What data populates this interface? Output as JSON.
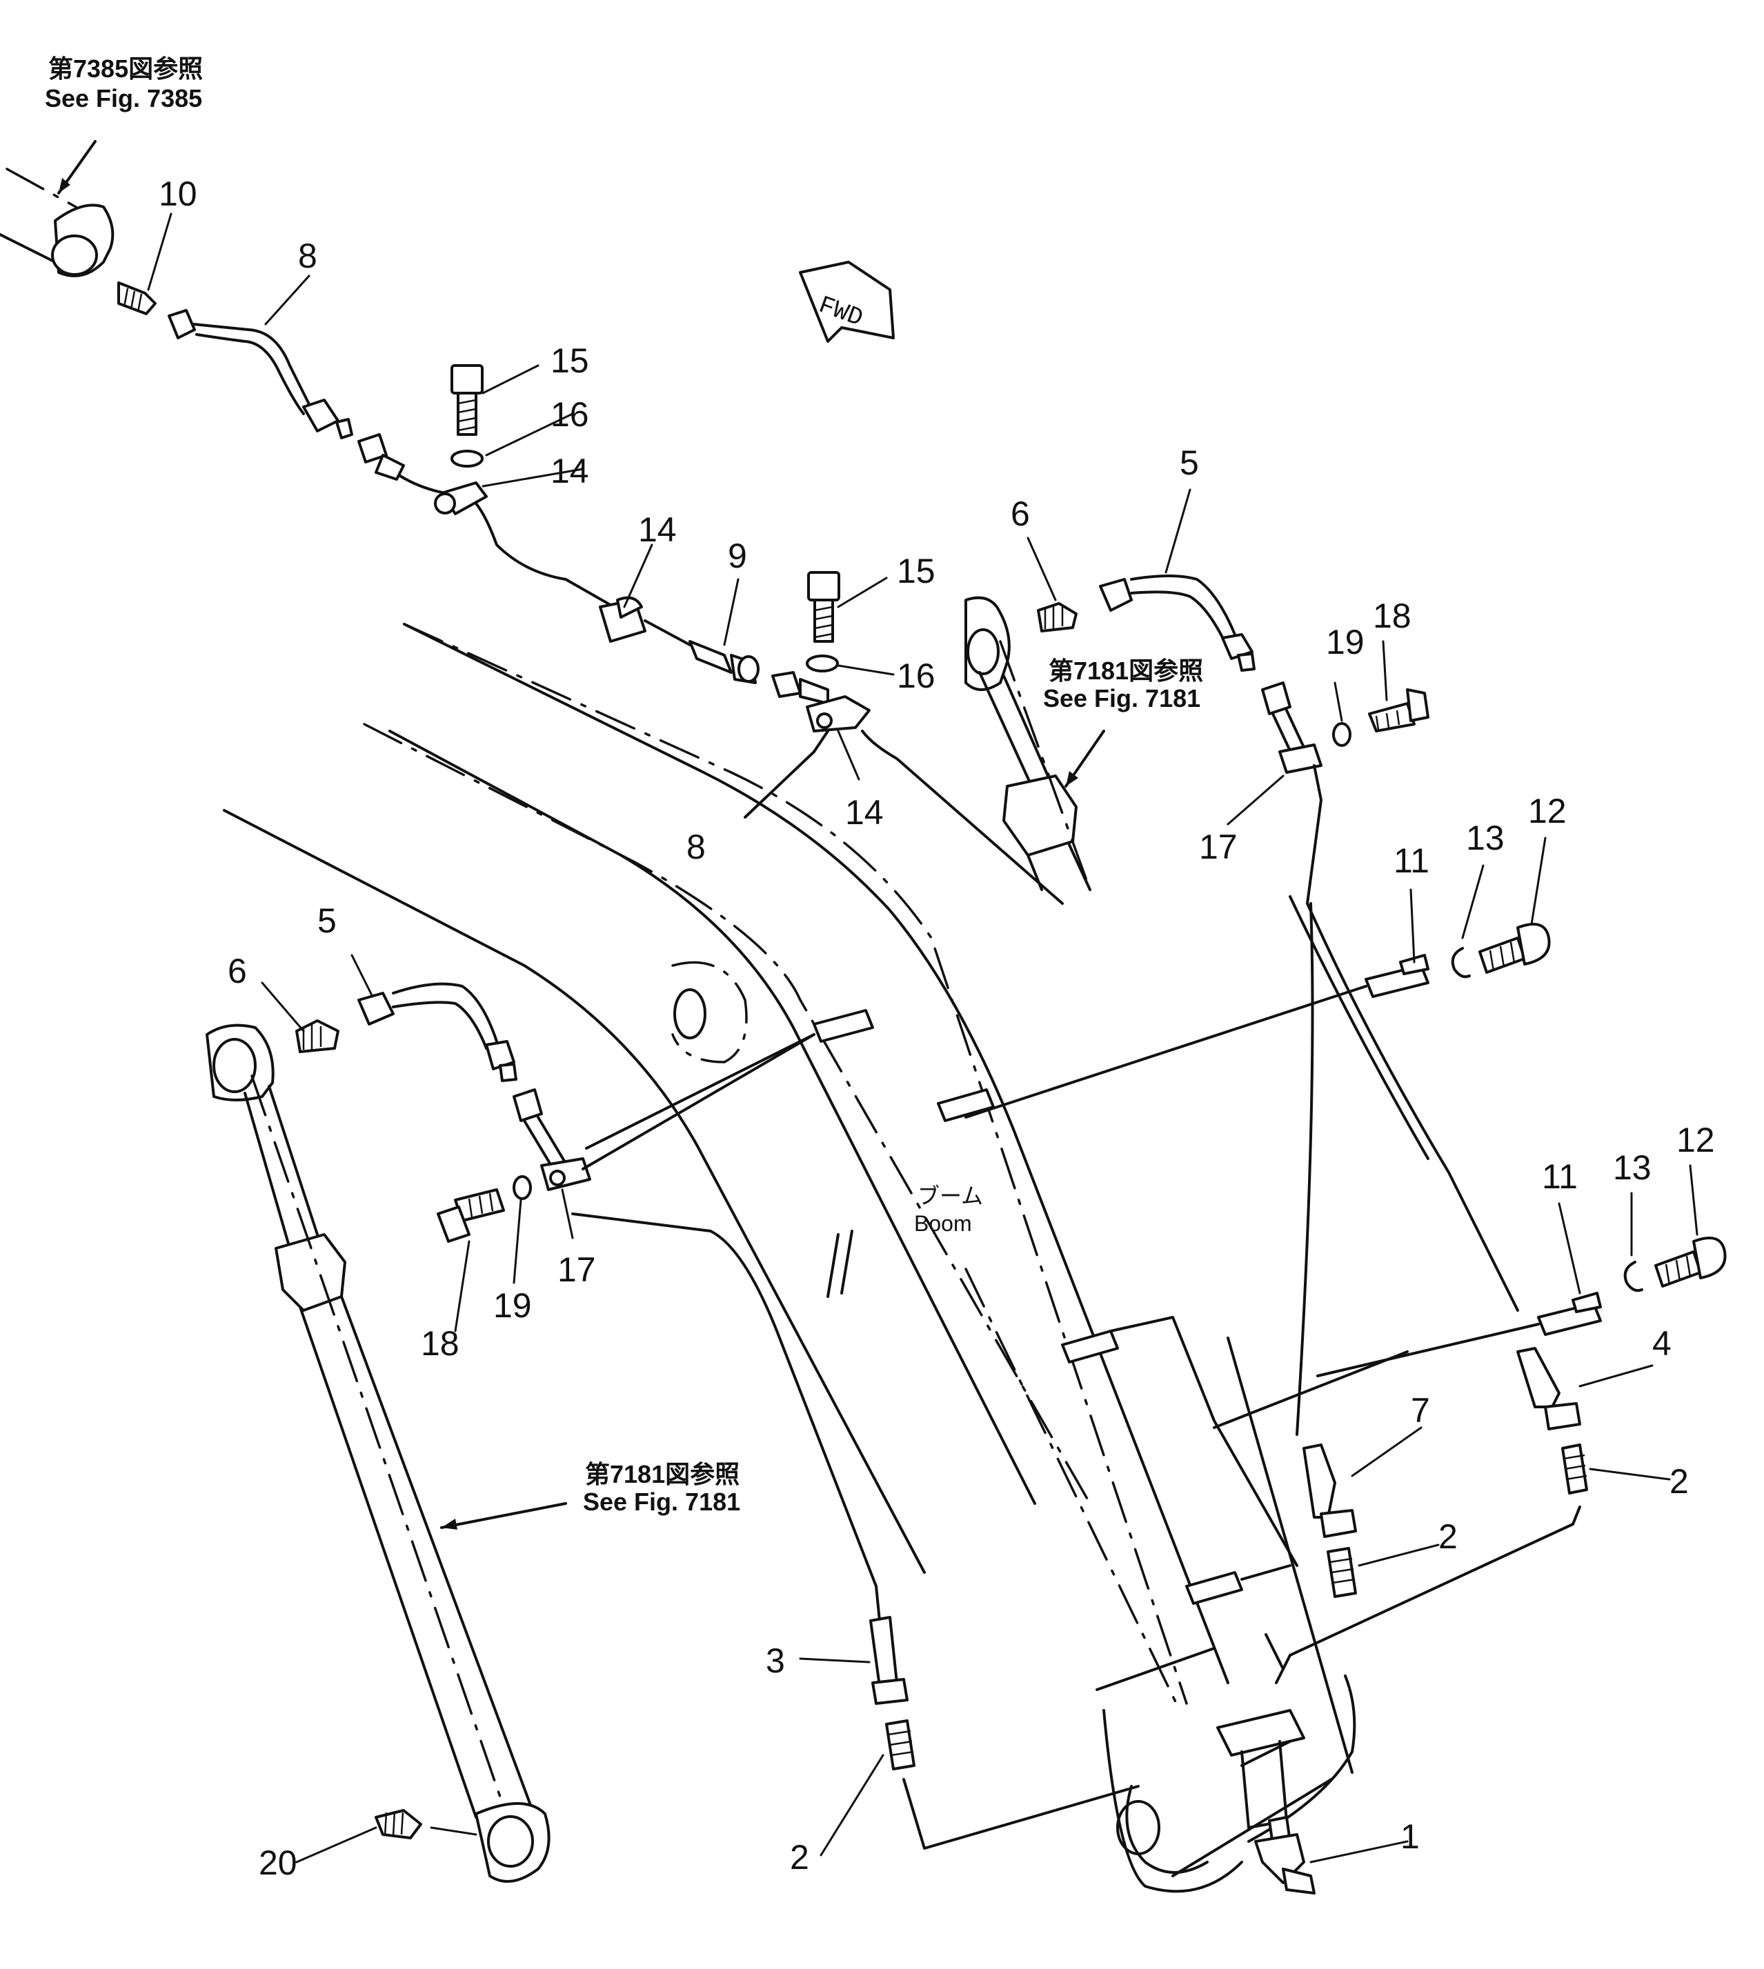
{
  "references": {
    "top_left": {
      "jp": "第7385図参照",
      "en": "See Fig. 7385"
    },
    "upper_right": {
      "jp": "第7181図参照",
      "en": "See Fig. 7181"
    },
    "lower_left": {
      "jp": "第7181図参照",
      "en": "See Fig. 7181"
    }
  },
  "fwd_label": "FWD",
  "boom_label": {
    "jp": "ブーム",
    "en": "Boom"
  },
  "part_numbers": {
    "n10": "10",
    "n8": "8",
    "n15a": "15",
    "n16a": "16",
    "n14a": "14",
    "n14b": "14",
    "n9": "9",
    "n15b": "15",
    "n16b": "16",
    "n14c": "14",
    "n8b": "8",
    "n6r": "6",
    "n5r": "5",
    "n19r": "19",
    "n18r": "18",
    "n17r": "17",
    "n11r": "11",
    "n13r": "13",
    "n12r": "12",
    "n11r2": "11",
    "n13r2": "13",
    "n12r2": "12",
    "n4": "4",
    "n2r": "2",
    "n7": "7",
    "n2m": "2",
    "n3": "3",
    "n2l": "2",
    "n1": "1",
    "n6l": "6",
    "n5l": "5",
    "n18l": "18",
    "n19l": "19",
    "n17l": "17",
    "n20": "20"
  }
}
